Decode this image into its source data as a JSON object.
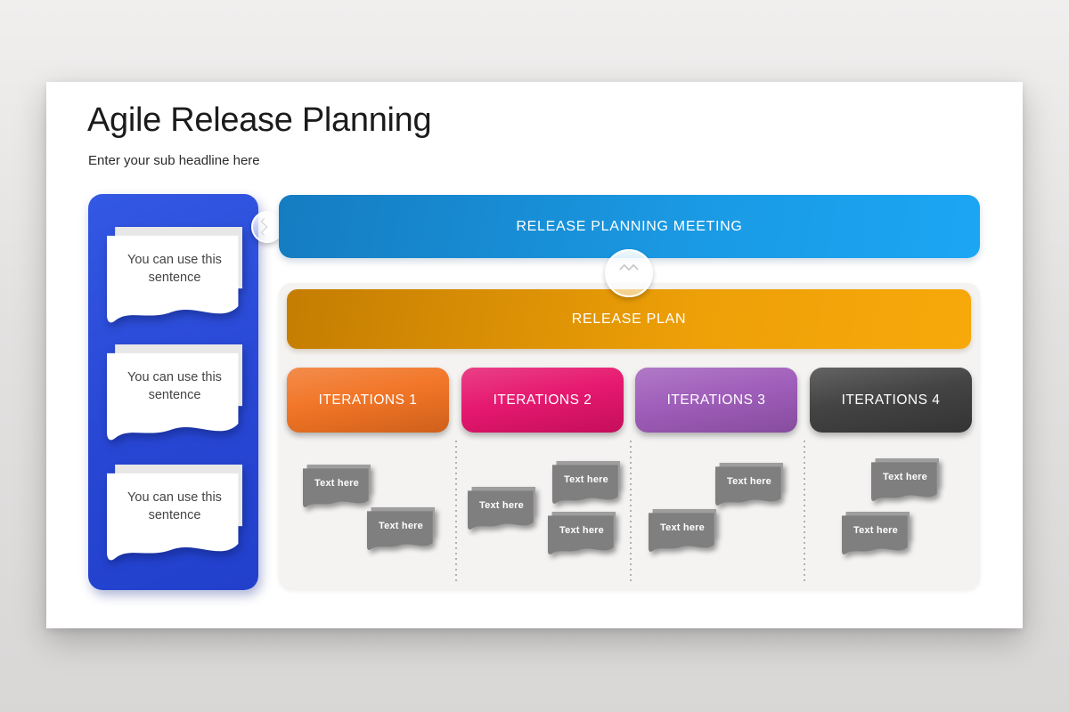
{
  "slide": {
    "title": "Agile Release Planning",
    "subtitle": "Enter your sub headline here"
  },
  "sidebar": {
    "notes": [
      "You can use this sentence",
      "You can use this sentence",
      "You can use this sentence"
    ]
  },
  "flow": {
    "meeting_banner": "RELEASE PLANNING MEETING",
    "plan_banner": "RELEASE PLAN",
    "iterations": [
      {
        "label": "ITERATIONS 1",
        "color": "#f1701f"
      },
      {
        "label": "ITERATIONS 2",
        "color": "#e5106a"
      },
      {
        "label": "ITERATIONS 3",
        "color": "#9c58b8"
      },
      {
        "label": "ITERATIONS 4",
        "color": "#3c3c3c"
      }
    ],
    "columns": [
      {
        "notes": [
          "Text here",
          "Text here"
        ]
      },
      {
        "notes": [
          "Text here",
          "Text here",
          "Text here"
        ]
      },
      {
        "notes": [
          "Text here",
          "Text here"
        ]
      },
      {
        "notes": [
          "Text here",
          "Text here"
        ]
      }
    ]
  },
  "icons": {
    "forward": "chevron-right",
    "down": "chevron-down"
  },
  "colors": {
    "background_top": "#f0efee",
    "background_bottom": "#d9d7d6",
    "slide": "#ffffff",
    "sidebar_gradient": "linear-gradient(160deg, #3358e3 0%, #2847d4 55%, #2140cc 100%)",
    "meeting_gradient": "linear-gradient(100deg, #157cc1 0%, #1a9ae4 60%, #1ba6f4 100%)",
    "plan_gradient": "linear-gradient(100deg, #c57d02 0%, #eda007 60%, #f7a90b 100%)",
    "panel": "#f4f3f2",
    "note_fill": "#7f7f7f",
    "note_back": "#9e9e9e",
    "note_text": "#ffffff",
    "paper_fill": "#ffffff",
    "paper_back": "#e7e7e7",
    "paper_text": "#454545",
    "separator": "#b3b1b0"
  }
}
